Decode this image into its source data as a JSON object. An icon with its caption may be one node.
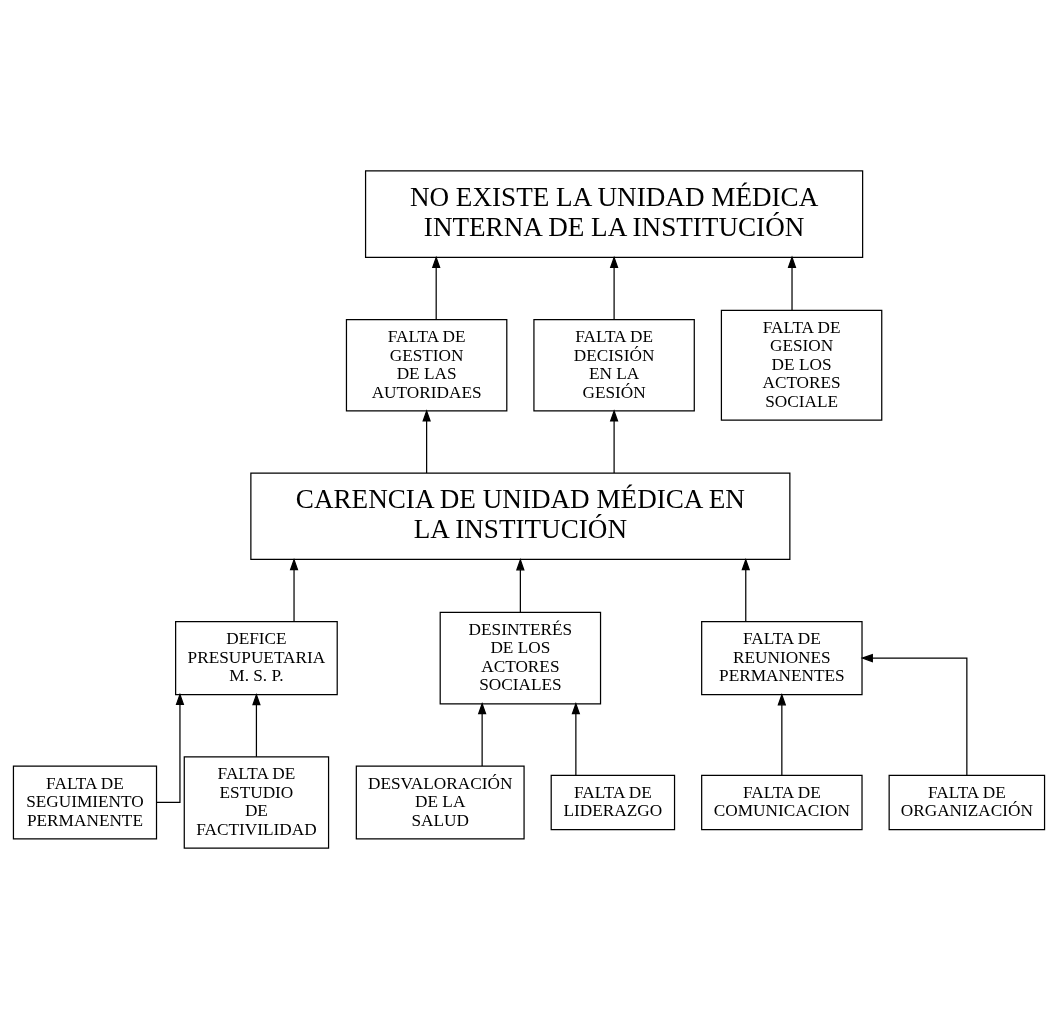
{
  "diagram": {
    "nodes": [
      {
        "text": [
          "NO EXISTE LA UNIDAD MÉDICA INTERNA DE LA INSTITUCIÓN"
        ]
      },
      {
        "text": [
          "FALTA DE GESTION DE LAS AUTORIDAES"
        ]
      },
      {
        "text": [
          "FALTA DE GESION DE LOS ACTORES SOCIALE"
        ]
      },
      {
        "text": [
          "FALTA DE DECISIÓN EN LA GESIÓN"
        ]
      },
      {
        "text": [
          "CARENCIA DE UNIDAD MÉDICA EN LA INSTITUCIÓN"
        ]
      },
      {
        "text": [
          "DEFICE PRESUPUETARIA M. S. P."
        ]
      },
      {
        "text": [
          "DESINTERÉS DE LOS ACTORES SOCIALES"
        ]
      },
      {
        "text": [
          "FALTA DE REUNIONES PERMANENTES"
        ]
      },
      {
        "text": [
          "FALTA DE SEGUIMIENTO PERMANENTE"
        ]
      },
      {
        "text": [
          "FALTA DE ESTUDIO DE FACTIVILIDAD"
        ]
      },
      {
        "text": [
          "DESVALORACIÓN DE LA SALUD"
        ]
      },
      {
        "text": [
          "FALTA DE LIDERAZGO"
        ]
      },
      {
        "text": [
          "FALTA DE COMUNICACION"
        ]
      },
      {
        "text": [
          "FALTA DE ORGANIZACIÓN"
        ]
      }
    ],
    "edges": [
      {
        "from": 1,
        "to": 0,
        "arrow": "to"
      },
      {
        "from": 2,
        "to": 0,
        "arrow": "to"
      },
      {
        "from": 3,
        "to": 0,
        "arrow": "to"
      },
      {
        "from": 4,
        "to": 1,
        "arrow": "to"
      },
      {
        "from": 4,
        "to": 3,
        "arrow": "to"
      },
      {
        "from": 5,
        "to": 4,
        "arrow": "to"
      },
      {
        "from": 6,
        "to": 4,
        "arrow": "to"
      },
      {
        "from": 7,
        "to": 4,
        "arrow": "to"
      },
      {
        "from": 8,
        "to": 5,
        "arrow": "to"
      },
      {
        "from": 9,
        "to": 5,
        "arrow": "to"
      },
      {
        "from": 10,
        "to": 6,
        "arrow": "to"
      },
      {
        "from": 11,
        "to": 6,
        "arrow": "to"
      },
      {
        "from": 12,
        "to": 7,
        "arrow": "to"
      },
      {
        "from": 13,
        "to": 7,
        "arrow": "to"
      }
    ]
  }
}
